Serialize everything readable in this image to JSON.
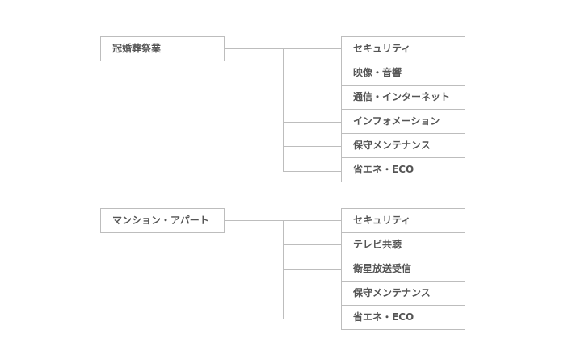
{
  "trees": [
    {
      "root": {
        "label": "冠婚葬祭業"
      },
      "children": [
        {
          "label": "セキュリティ"
        },
        {
          "label": "映像・音響"
        },
        {
          "label": "通信・インターネット"
        },
        {
          "label": "インフォメーション"
        },
        {
          "label": "保守メンテナンス"
        },
        {
          "label": "省エネ・ECO"
        }
      ]
    },
    {
      "root": {
        "label": "マンション・アパート"
      },
      "children": [
        {
          "label": "セキュリティ"
        },
        {
          "label": "テレビ共聴"
        },
        {
          "label": "衛星放送受信"
        },
        {
          "label": "保守メンテナンス"
        },
        {
          "label": "省エネ・ECO"
        }
      ]
    }
  ],
  "colors": {
    "border": "#bdbdbd",
    "text": "#555555",
    "background": "#ffffff"
  }
}
